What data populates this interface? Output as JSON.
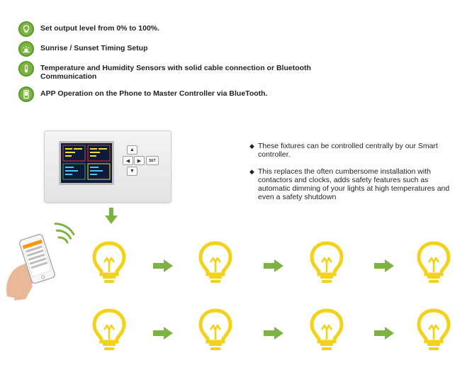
{
  "features": [
    {
      "icon": "bulb-icon",
      "text": "Set output level from  0% to 100%."
    },
    {
      "icon": "sunrise-sunset-icon",
      "text": "Sunrise / Sunset Timing Setup"
    },
    {
      "icon": "sensor-icon",
      "text": "Temperature and Humidity Sensors with solid cable connection or Bluetooth Communication"
    },
    {
      "icon": "phone-app-icon",
      "text": "APP Operation on the Phone to Master Controller via BlueTooth."
    }
  ],
  "controller": {
    "set_key": "SET"
  },
  "bullets": [
    "These fixtures can be controlled centrally by our Smart controller.",
    "This replaces the often cumbersome installation with contactors and clocks, adds safety features such as automatic dimming of your lights at high temperatures and even a safety shutdown"
  ],
  "colors": {
    "accent_green": "#7cb342",
    "bulb_yellow": "#f2d21a",
    "arrow_green": "#7cb342"
  }
}
